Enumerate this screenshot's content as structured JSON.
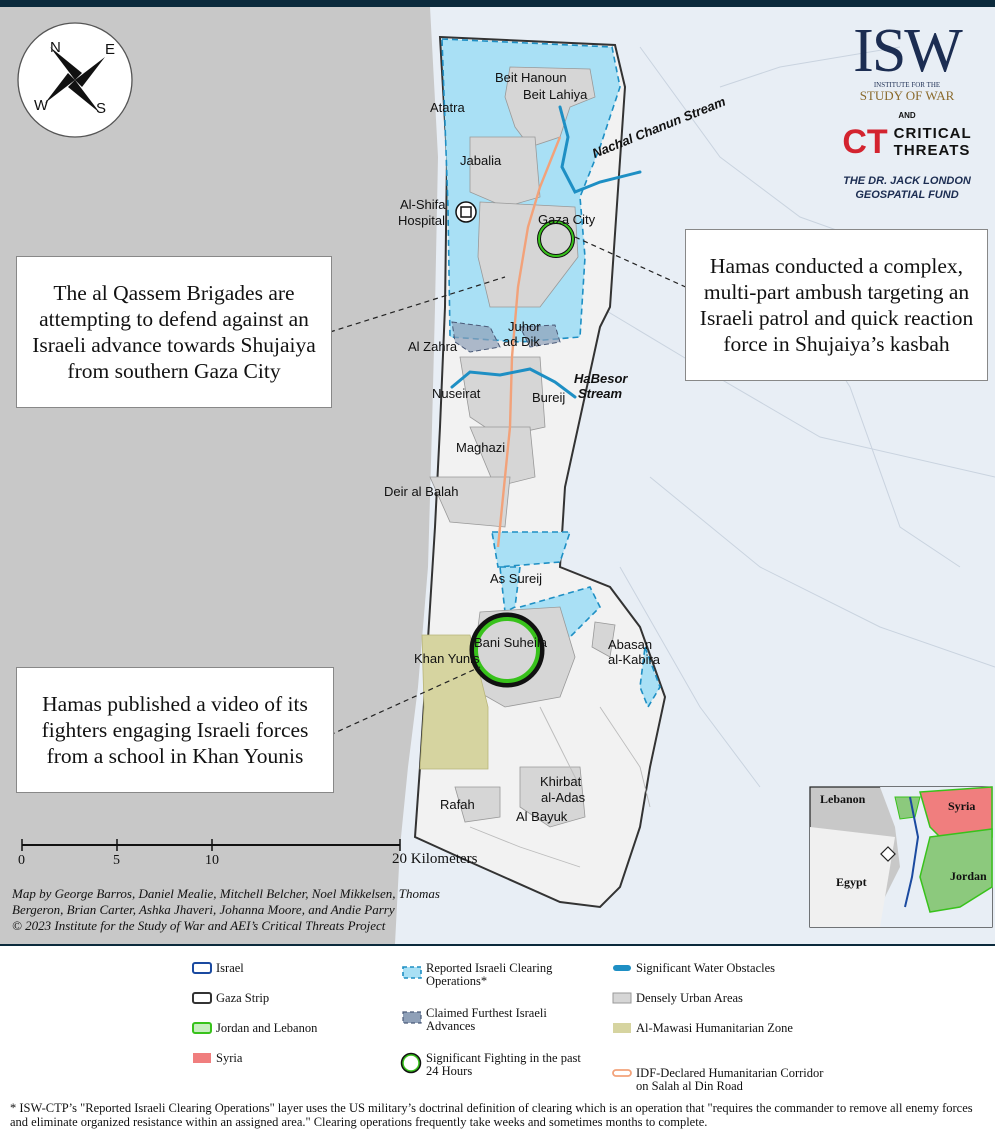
{
  "compass": {
    "n": "N",
    "e": "E",
    "s": "S",
    "w": "W"
  },
  "logo": {
    "isw_mark": "ISW",
    "isw_sub_top": "INSTITUTE FOR THE",
    "isw_sub_main": "STUDY OF WAR",
    "and": "AND",
    "ct_mark": "CT",
    "ct_line1": "CRITICAL",
    "ct_line2": "THREATS",
    "fund_line1": "THE DR. JACK LONDON",
    "fund_line2": "GEOSPATIAL FUND"
  },
  "places": {
    "beit_hanoun": "Beit Hanoun",
    "beit_lahiya": "Beit Lahiya",
    "atatra": "Atatra",
    "jabalia": "Jabalia",
    "al_shifa_1": "Al-Shifa",
    "al_shifa_2": "Hospital",
    "gaza_city": "Gaza City",
    "juhor_1": "Juhor",
    "juhor_2": "ad Dik",
    "al_zahra": "Al Zahra",
    "nuseirat": "Nuseirat",
    "bureij": "Bureij",
    "maghazi": "Maghazi",
    "deir_al_balah": "Deir al Balah",
    "as_sureij": "As Sureij",
    "bani_suheila": "Bani Suheila",
    "khan_yunis": "Khan Yunis",
    "abasan_1": "Abasan",
    "abasan_2": "al-Kabira",
    "khirbat_1": "Khirbat",
    "khirbat_2": "al-Adas",
    "rafah": "Rafah",
    "al_bayuk": "Al Bayuk"
  },
  "streams": {
    "nachal": "Nachal Chanun Stream",
    "habesor_1": "HaBesor",
    "habesor_2": "Stream"
  },
  "callouts": {
    "north_right": "Hamas conducted a complex, multi-part ambush targeting an Israeli patrol and quick reaction force in Shujaiya’s kasbah",
    "north_left": "The al Qassem Brigades are attempting to defend against an Israeli advance towards Shujaiya from southern Gaza City",
    "south_left": "Hamas published a video of its fighters engaging Israeli forces from a school in Khan Younis"
  },
  "scale": {
    "t0": "0",
    "t1": "5",
    "t2": "10",
    "t3": "20 Kilometers"
  },
  "credits": {
    "line1": "Map by George Barros, Daniel Mealie, Mitchell Belcher, Noel Mikkelsen, Thomas",
    "line2": "Bergeron, Brian Carter, Ashka Jhaveri, Johanna Moore, and Andie Parry",
    "line3": "© 2023 Institute for the Study of War and AEI’s Critical Threats Project"
  },
  "inset": {
    "lebanon": "Lebanon",
    "syria": "Syria",
    "egypt": "Egypt",
    "jordan": "Jordan"
  },
  "legend": {
    "israel": "Israel",
    "gaza_strip": "Gaza Strip",
    "jordan_lebanon": "Jordan and Lebanon",
    "syria": "Syria",
    "clearing": "Reported Israeli Clearing Operations*",
    "claimed": "Claimed Furthest Israeli Advances",
    "fighting": "Significant Fighting in the past 24 Hours",
    "water": "Significant Water Obstacles",
    "urban": "Densely Urban Areas",
    "mawasi": "Al-Mawasi Humanitarian Zone",
    "corridor": "IDF-Declared Humanitarian Corridor on Salah al Din Road"
  },
  "footnote": "* ISW-CTP’s \"Reported Israeli Clearing Operations\" layer uses the US military’s doctrinal definition of clearing which is an operation that \"requires the commander to remove all enemy forces and eliminate organized resistance within an assigned area.\" Clearing operations frequently take weeks and sometimes months to complete.",
  "colors": {
    "sea": "#c8c8c8",
    "israel_land": "#e8eef5",
    "gaza_land": "#f2f2f2",
    "clearing": "#a9e0f5",
    "claimed": "#8fa0b8",
    "urban": "#d6d6d6",
    "mawasi": "#d6d4a0",
    "corridor": "#f2a27a",
    "water": "#1e8fc4",
    "fighting": "#38c21b",
    "isw_gold": "#8a6a2c",
    "isw_navy": "#1c2d52",
    "ct_red": "#d3232f",
    "syria_red": "#f07e7e",
    "jordan_green": "#8cc97d"
  }
}
